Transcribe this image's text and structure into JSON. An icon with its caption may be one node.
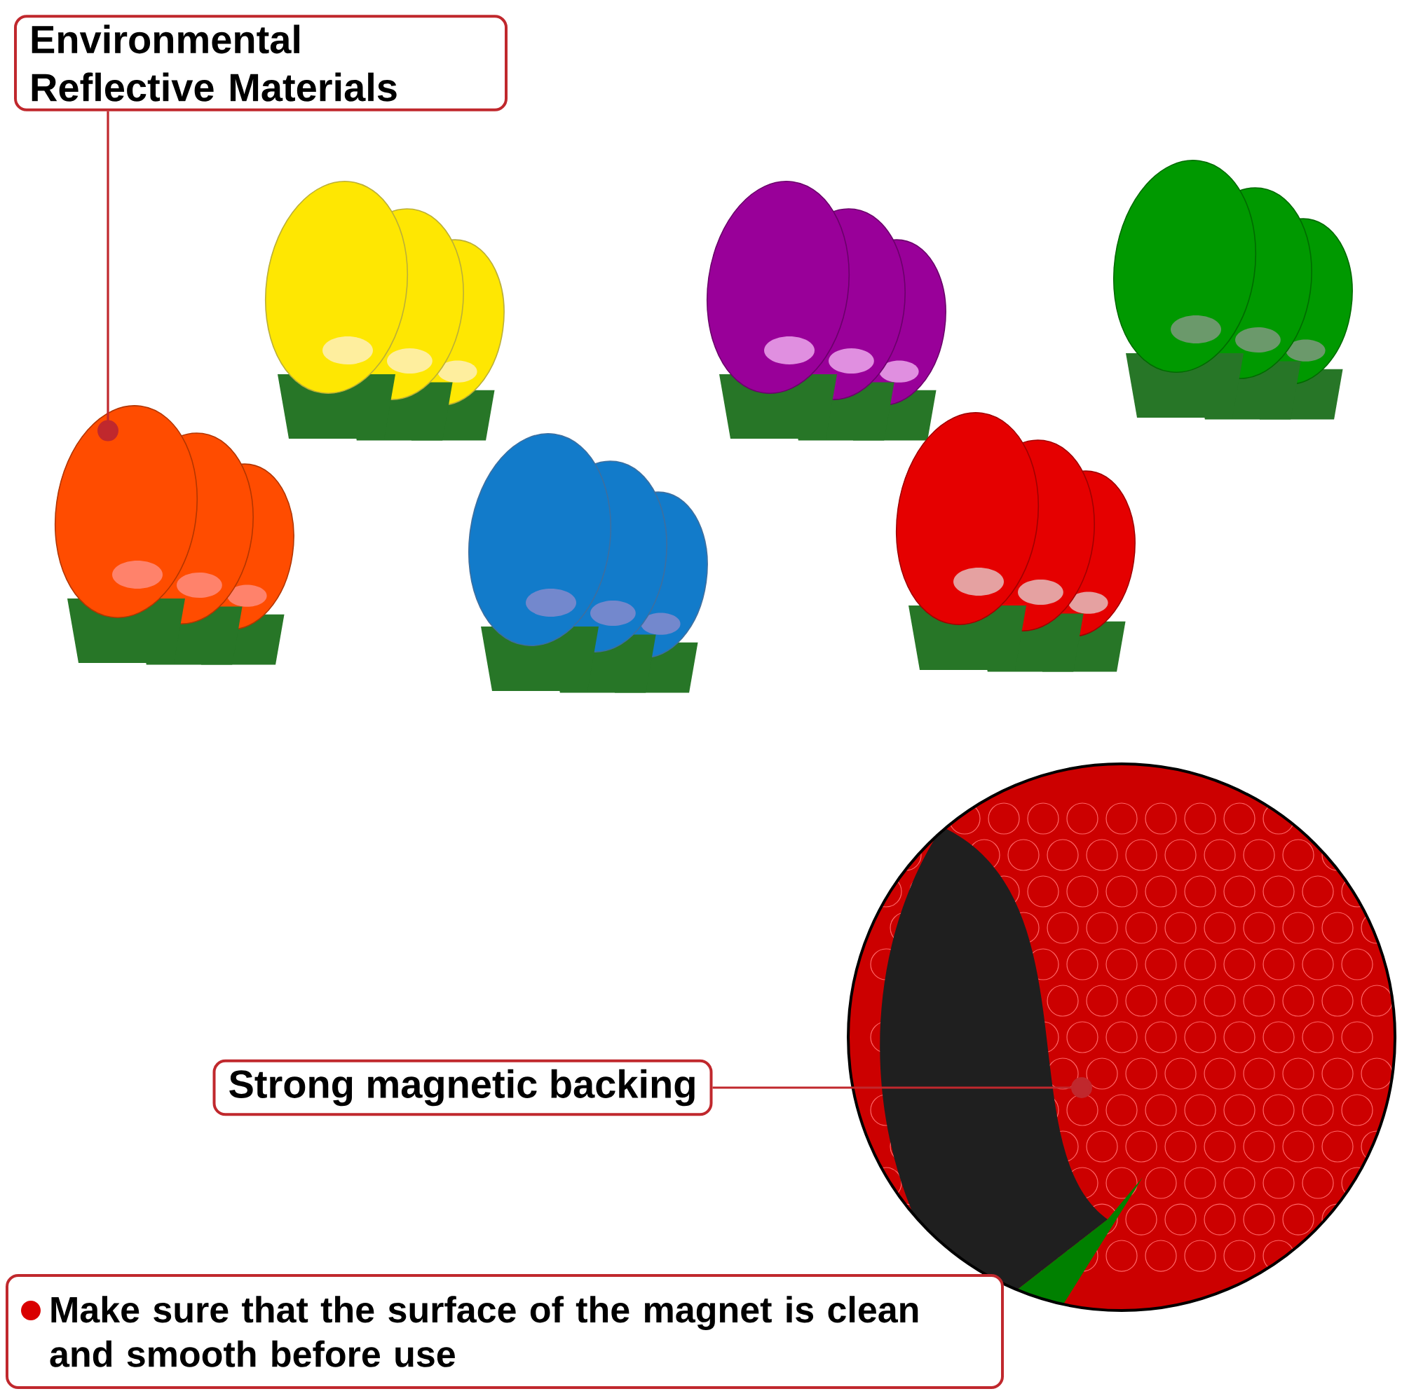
{
  "diagram": {
    "nodes": [
      {
        "text": [
          "Environmental Reflective Materials"
        ]
      },
      {
        "text": [],
        "shape": "picture"
      },
      {
        "text": [
          "Strong magnetic backing"
        ]
      },
      {
        "text": [],
        "shape": "picture"
      },
      {
        "text": [
          "Make sure that the surface of the magnet is clean and smooth before use"
        ]
      }
    ],
    "edges": [
      {
        "from": 0,
        "to": 1,
        "arrow": "other"
      },
      {
        "from": 2,
        "to": 3,
        "arrow": "other"
      }
    ]
  }
}
